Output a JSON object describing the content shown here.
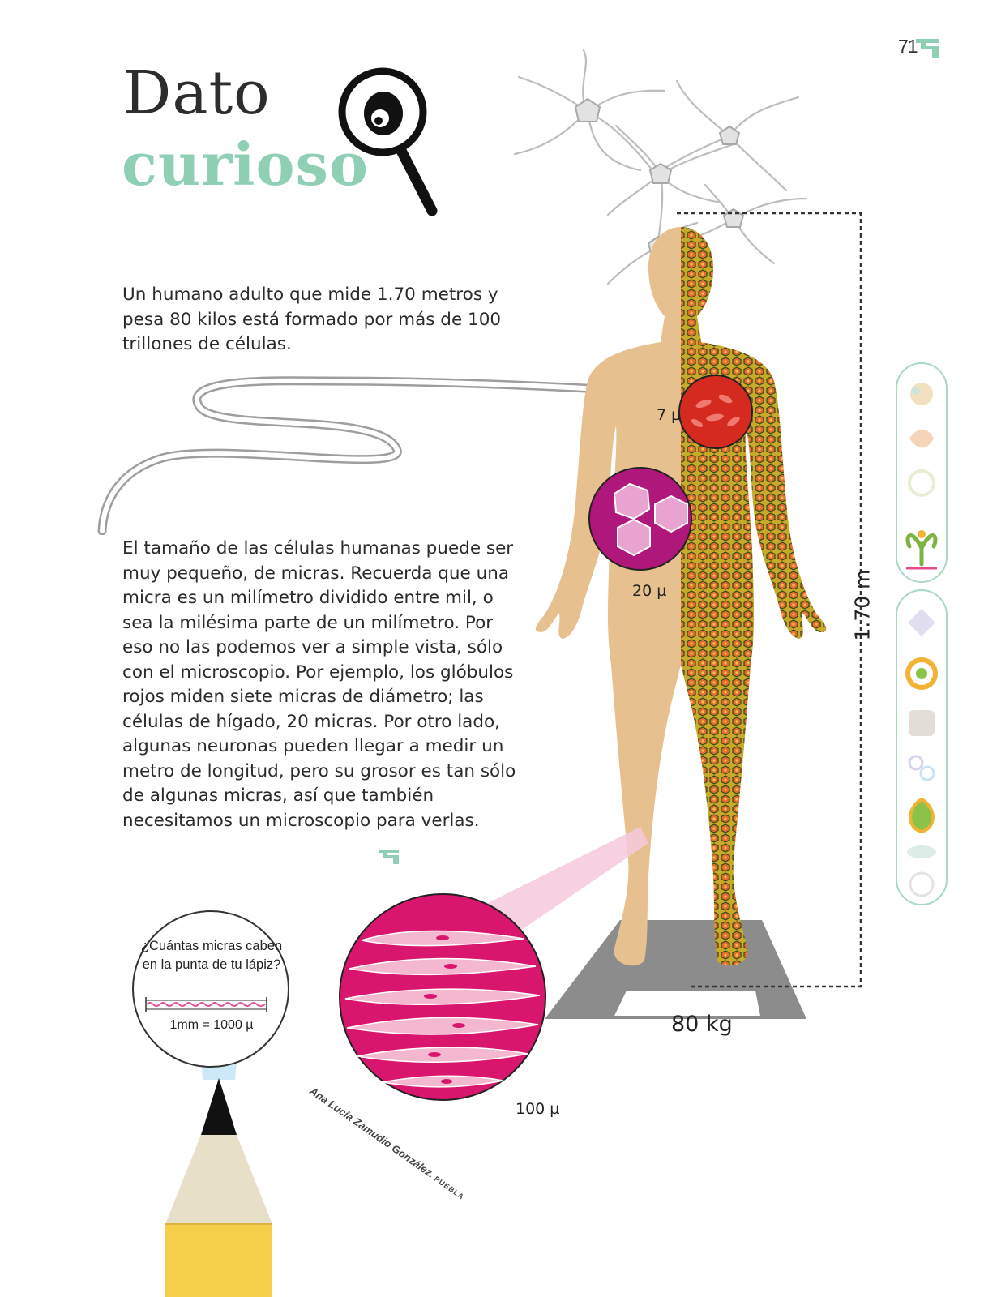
{
  "page": {
    "number": "71"
  },
  "title": {
    "line1": "Dato",
    "line2": "curioso"
  },
  "paragraph1": "Un humano adulto que mide 1.70 metros y pesa 80 kilos está formado por más de 100 trillones de células.",
  "paragraph2": "El tamaño de las células humanas puede ser muy pequeño, de micras. Recuerda que una micra es un milímetro dividido entre mil, o sea la milésima parte de un milímetro. Por eso no las podemos ver a simple vista, sólo con el microscopio. Por ejemplo, los glóbulos rojos miden siete micras de diámetro; las células de hígado, 20 micras. Por otro lado, algunas neuronas pueden llegar a medir un metro de longitud, pero su grosor es tan sólo de algunas micras, así que también necesitamos un microscopio para verlas.",
  "figure": {
    "red_cell_label": "7 µ",
    "liver_cell_label": "20 µ",
    "muscle_cell_label": "100 µ",
    "height_label": "1.70 m",
    "weight_label": "80 kg"
  },
  "pencil_bubble": {
    "question": "¿Cuántas micras caben en la punta de tu lápiz?",
    "scale": "1mm = 1000 µ"
  },
  "credit": {
    "name": "Ana Lucía Zamudio González.",
    "state": "PUEBLA"
  },
  "colors": {
    "accent": "#8fcfb4",
    "skin": "#e6c08e",
    "cell_pattern": "#c9a92a",
    "red_cell": "#d42a1f",
    "magenta": "#b0177a",
    "muscle": "#d9166e",
    "scale_gray": "#8c8c8c",
    "pencil_wood": "#e8dfc8",
    "pencil_body": "#f5cf4a"
  },
  "icons": [
    "page-tab-icon",
    "magnifier-icon",
    "neuron-icon",
    "sidebar-icons"
  ]
}
